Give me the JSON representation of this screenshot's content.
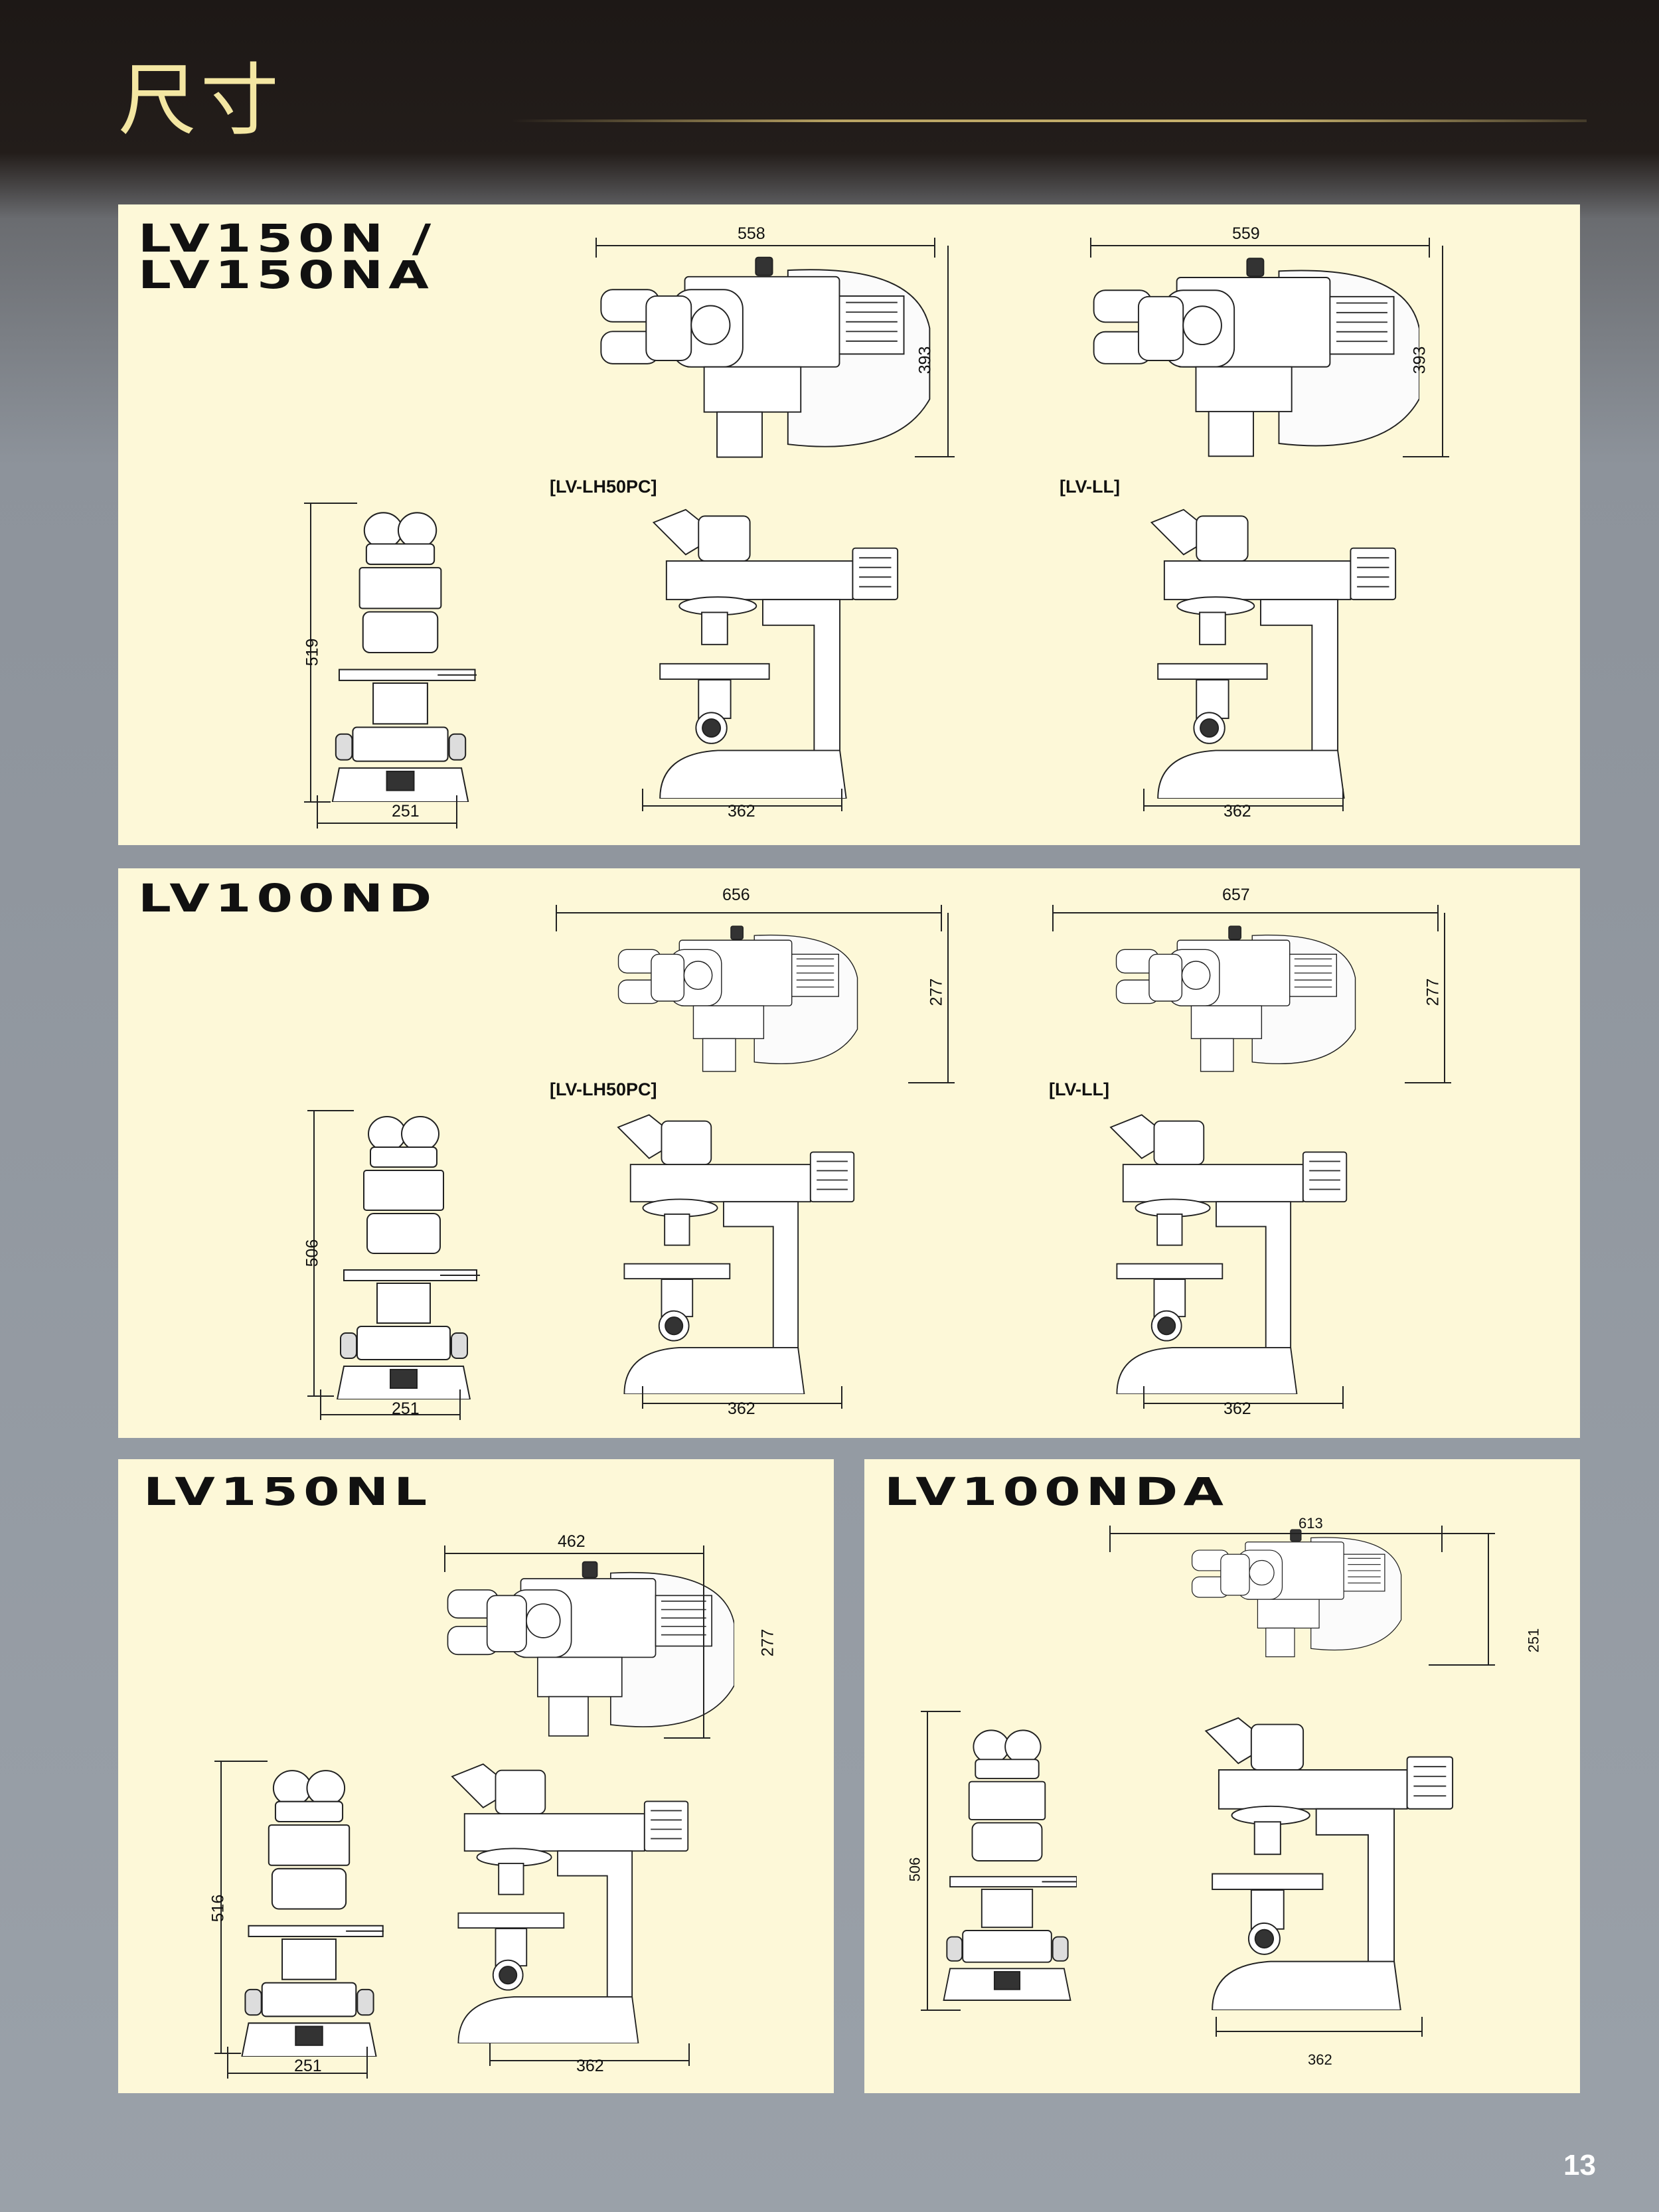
{
  "page": {
    "title": "尺寸",
    "number": "13"
  },
  "labels": {
    "lh50pc": "[LV-LH50PC]",
    "ll": "[LV-LL]"
  },
  "panels": {
    "lv150n": {
      "model_line1": "LV150N /",
      "model_line2": "LV150NA",
      "top_lh_width": "558",
      "top_lh_height": "393",
      "top_ll_width": "559",
      "top_ll_height": "393",
      "front_height": "519",
      "front_width": "251",
      "side_lh_width": "362",
      "side_ll_width": "362"
    },
    "lv100nd": {
      "model": "LV100ND",
      "top_lh_width": "656",
      "top_lh_height": "277",
      "top_ll_width": "657",
      "top_ll_height": "277",
      "front_height": "506",
      "front_width": "251",
      "side_lh_width": "362",
      "side_ll_width": "362"
    },
    "lv150nl": {
      "model": "LV150NL",
      "top_width": "462",
      "top_height": "277",
      "front_height": "516",
      "front_width": "251",
      "side_width": "362"
    },
    "lv100nda": {
      "model": "LV100NDA",
      "top_width": "613",
      "top_height": "251",
      "front_height": "506",
      "side_width": "362"
    }
  },
  "drawing_icons": [
    "microscope-top-view",
    "microscope-front-view",
    "microscope-side-view"
  ]
}
